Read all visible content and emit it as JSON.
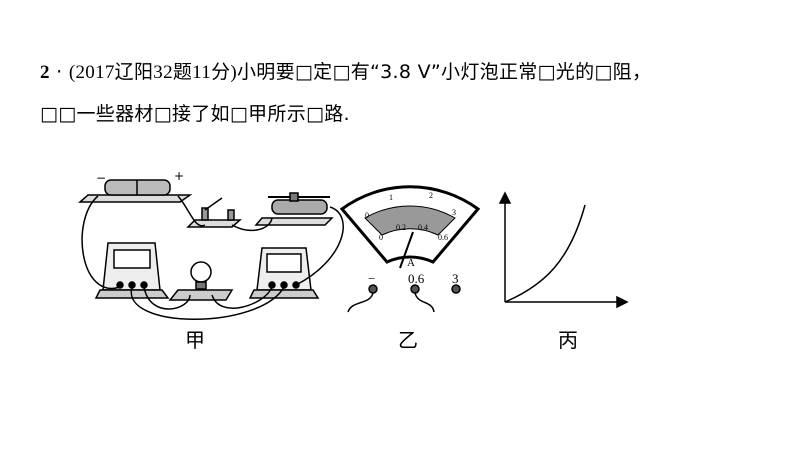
{
  "question": {
    "number": "2",
    "separator": "·",
    "source": "(2017辽阳32题11分)",
    "line1_text": "小明要□定□有“3.8 V”小灯泡正常□光的□阻，",
    "line2_text": "□□一些器材□接了如□甲所示□路."
  },
  "figures": {
    "jia": {
      "caption": "甲",
      "battery_minus": "−",
      "battery_plus": "+"
    },
    "yi": {
      "caption": "乙",
      "top_scale": [
        "0",
        "1",
        "2",
        "3"
      ],
      "bottom_scale": [
        "0",
        "0.2",
        "0.4",
        "0.6"
      ],
      "unit": "A",
      "terminals": [
        "−",
        "0.6",
        "3"
      ]
    },
    "bing": {
      "caption": "丙"
    }
  }
}
